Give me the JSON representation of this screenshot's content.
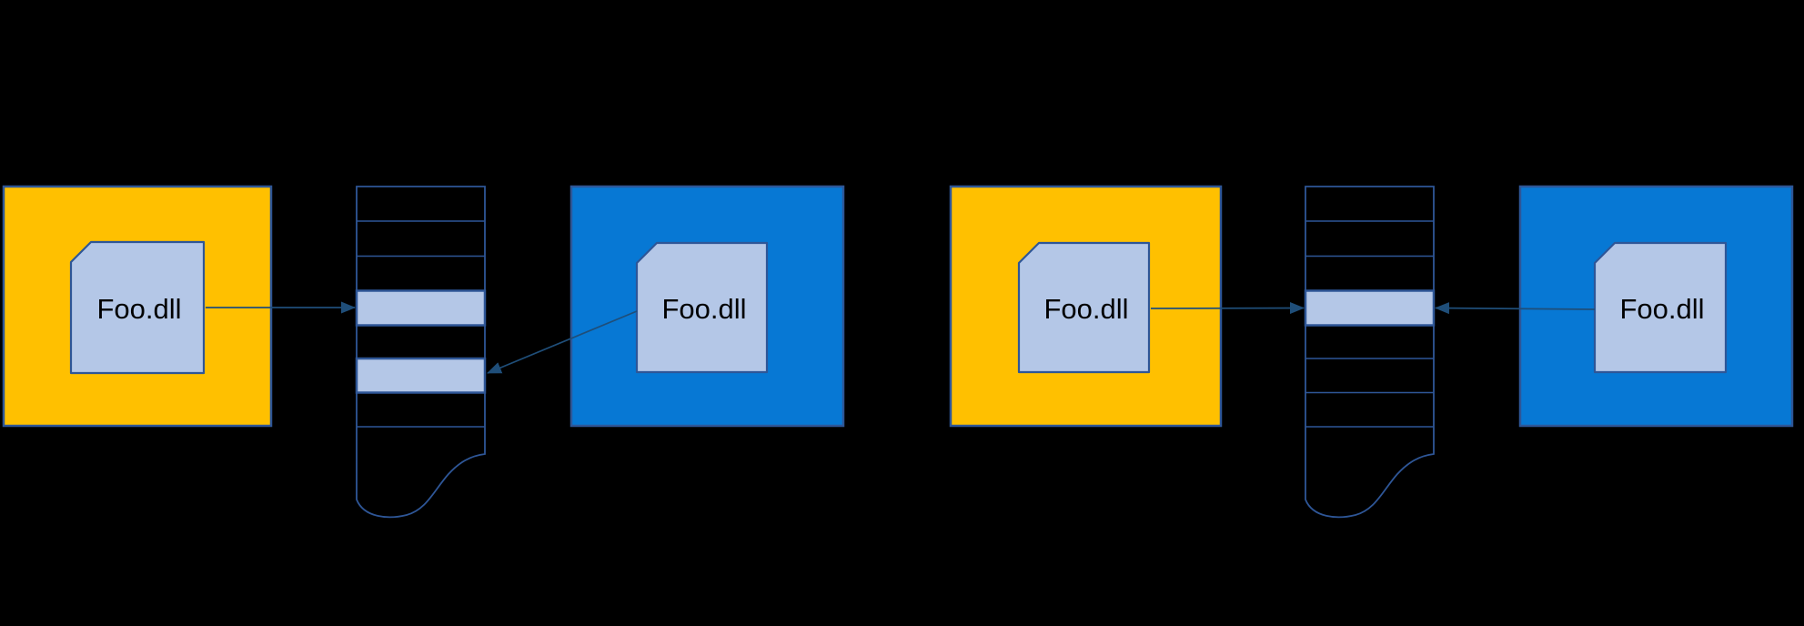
{
  "colors": {
    "background": "#000000",
    "process_yellow": "#FFC000",
    "process_blue": "#0778D4",
    "dll_file_fill": "#B4C7E7",
    "memory_cell_highlight": "#B4C7E7",
    "shape_border": "#2E5697",
    "arrow": "#1F4E79",
    "label_text": "#000000"
  },
  "unshared_scenario": {
    "process_a_dll_label": "Foo.dll",
    "process_b_dll_label": "Foo.dll",
    "memory_rows_visible": 8,
    "highlighted_rows": [
      4,
      6
    ]
  },
  "shared_scenario": {
    "process_a_dll_label": "Foo.dll",
    "process_b_dll_label": "Foo.dll",
    "memory_rows_visible": 8,
    "highlighted_rows": [
      4
    ]
  }
}
